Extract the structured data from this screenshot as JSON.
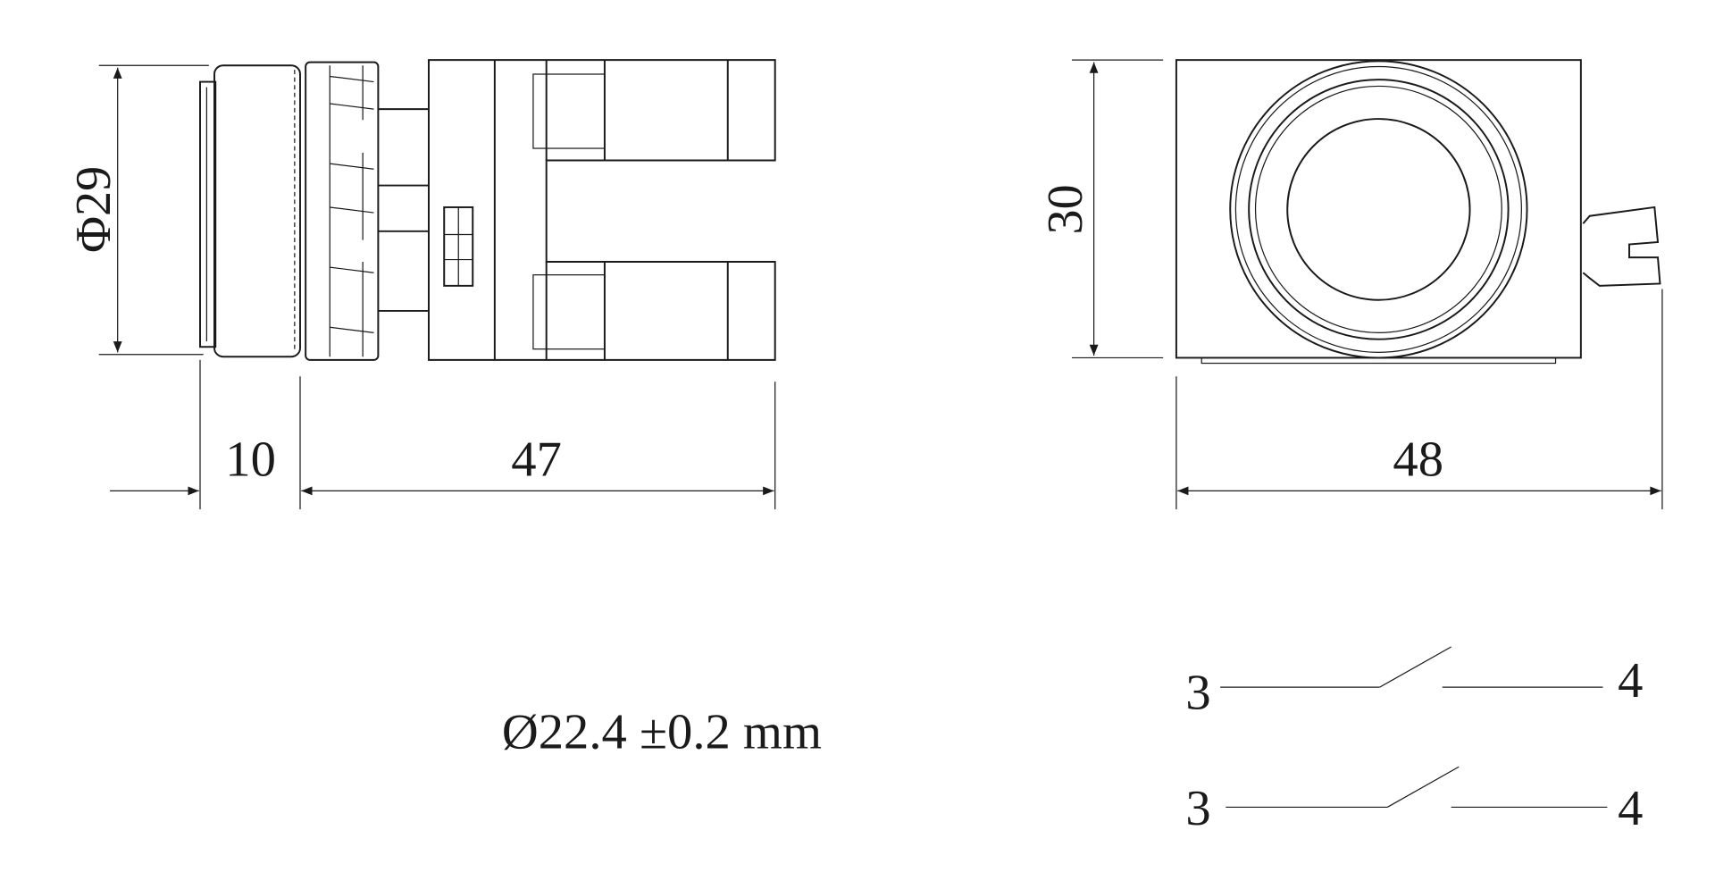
{
  "side_view": {
    "diameter_label": "Φ29",
    "front_depth_label": "10",
    "body_length_label": "47"
  },
  "front_view": {
    "height_label": "30",
    "width_label": "48"
  },
  "mounting_hole": {
    "label": "Ø22.4 ±0.2 mm"
  },
  "schematic": {
    "contacts": [
      {
        "left": "3",
        "right": "4",
        "type": "normally-open"
      },
      {
        "left": "3",
        "right": "4",
        "type": "normally-open"
      }
    ]
  },
  "colors": {
    "line": "#1a1a1a",
    "background": "#ffffff"
  }
}
